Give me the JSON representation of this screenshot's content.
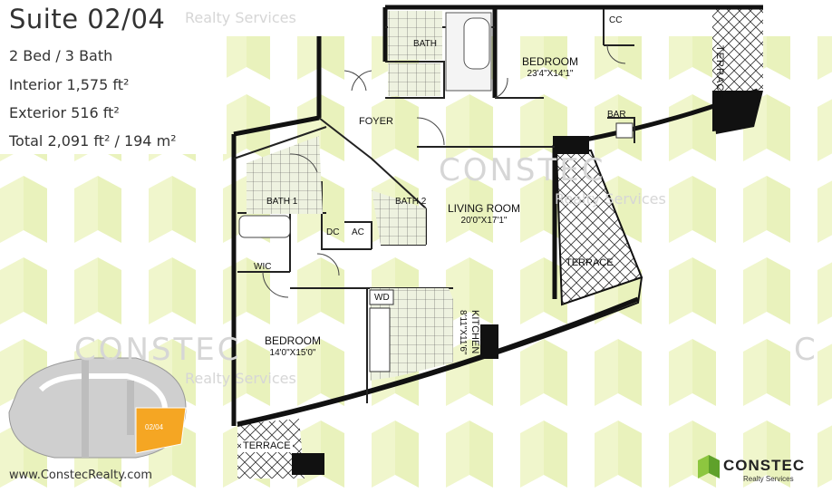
{
  "header": {
    "title": "Suite 02/04",
    "specs": {
      "beds_baths": "2 Bed / 3 Bath",
      "interior": "Interior 1,575 ft²",
      "exterior": "Exterior 516 ft²",
      "total": "Total 2,091 ft² / 194 m²"
    }
  },
  "watermark": {
    "brand": "CONSTEC",
    "services": "Realty Services"
  },
  "rooms": {
    "bedroom_top": {
      "name": "BEDROOM",
      "dims": "23'4\"X14'1\""
    },
    "cc_top": "CC",
    "terrace_top": "TERRACE",
    "bath_top": "BATH",
    "bar": "BAR",
    "foyer": "FOYER",
    "bath1": "BATH 1",
    "bath2": "BATH 2",
    "dc": "DC",
    "ac": "AC",
    "living": {
      "name": "LIVING ROOM",
      "dims": "20'0\"X17'1\""
    },
    "terrace_right": "TERRACE",
    "wic": "WIC",
    "wd": "WD",
    "kitchen": {
      "name": "KITCHEN",
      "dims": "8'11\"X11'6\""
    },
    "bedroom_bottom": {
      "name": "BEDROOM",
      "dims": "14'0\"X15'0\""
    },
    "terrace_bottom": "TERRACE"
  },
  "keyplan": {
    "unit_label": "02/04"
  },
  "footer": {
    "website": "www.ConstecRealty.com",
    "brand": "CONSTEC",
    "brand_sub": "Realty Services"
  },
  "colors": {
    "watermark_green": "#f0f6cf",
    "wall": "#111111",
    "tile": "#e2ecc3",
    "highlight": "#f5a623"
  }
}
